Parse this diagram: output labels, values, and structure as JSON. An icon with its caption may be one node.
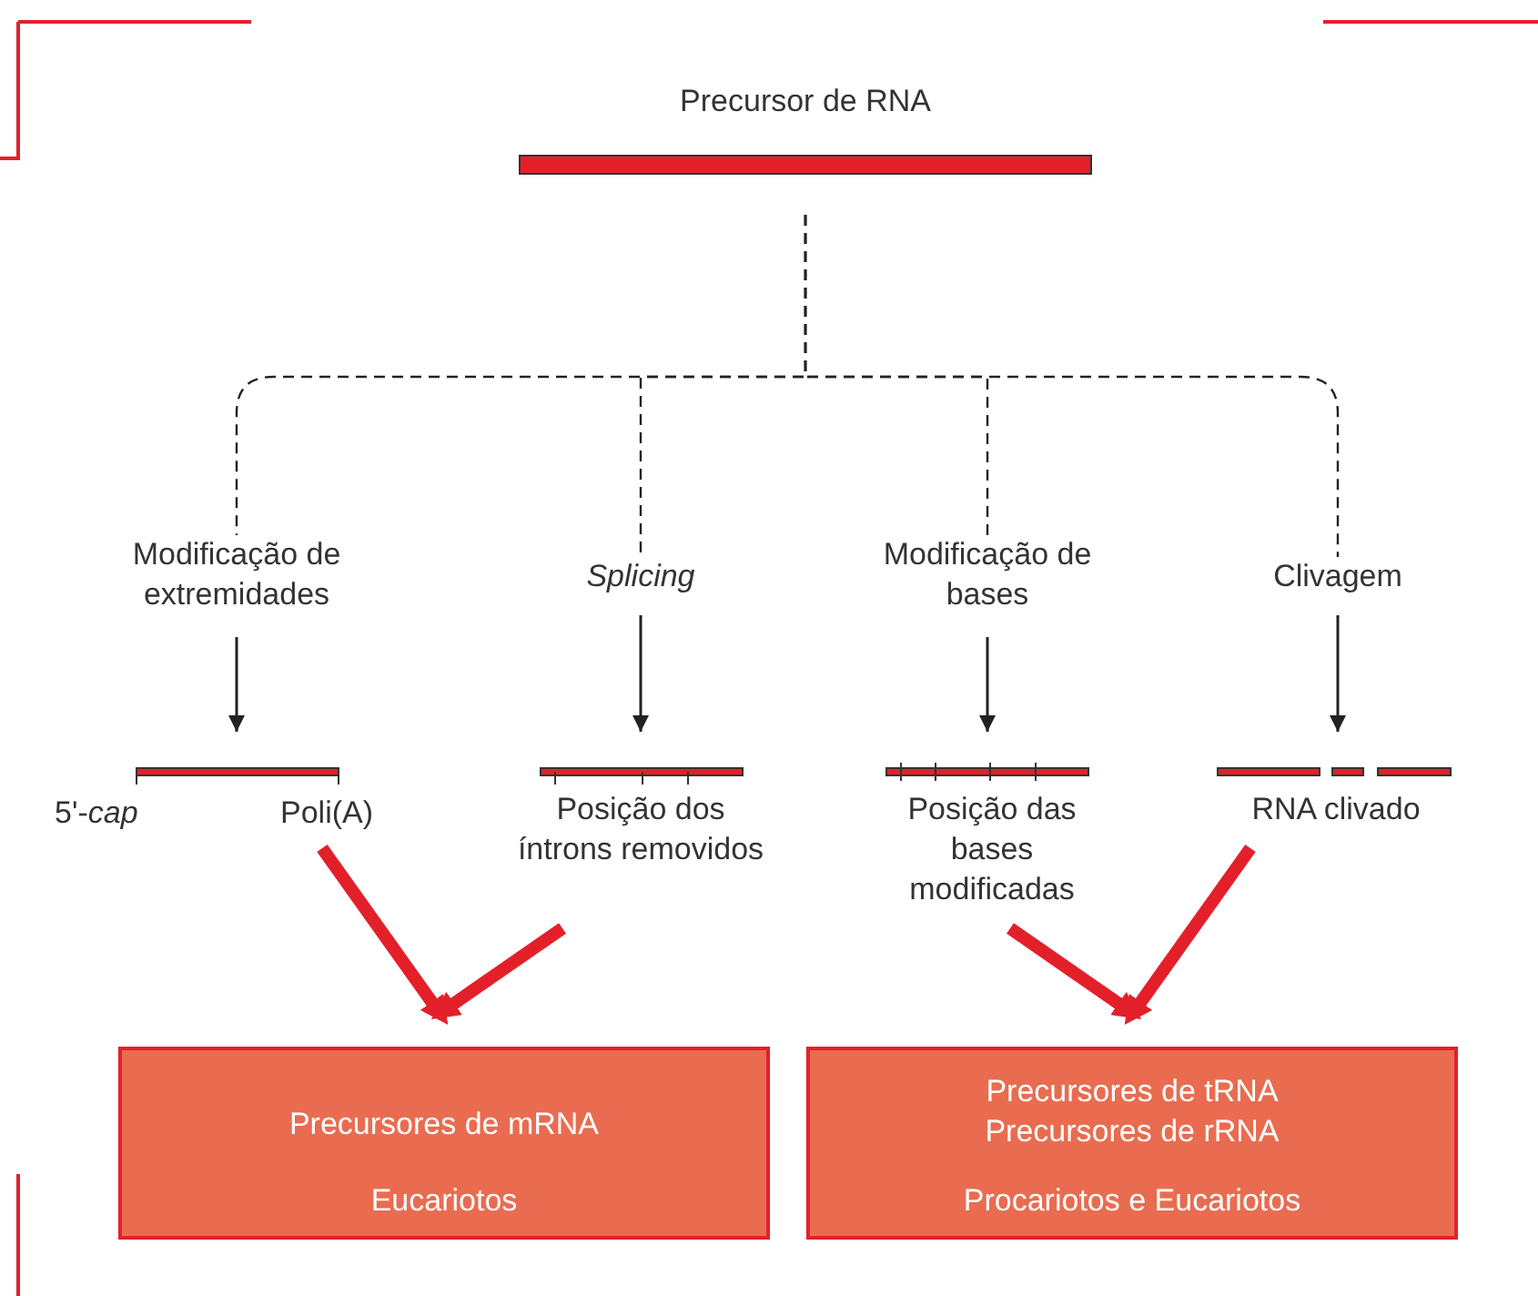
{
  "diagram": {
    "nodes": [
      {
        "text": [
          "Precursor de RNA"
        ]
      },
      {
        "text": [
          "Modificação de extremidades"
        ]
      },
      {
        "text": [
          "Splicing"
        ]
      },
      {
        "text": [
          "Modificação de bases"
        ]
      },
      {
        "text": [
          "Clivagem"
        ]
      },
      {
        "text": [
          "5'-*cap*",
          "Poli(A)"
        ]
      },
      {
        "text": [
          "Posição dos íntrons removidos"
        ]
      },
      {
        "text": [
          "Posição das bases modificadas"
        ]
      },
      {
        "text": [
          "RNA clivado"
        ]
      },
      {
        "text": [
          "Precursores de mRNA",
          "Eucariotos"
        ]
      },
      {
        "text": [
          "Precursores de tRNA",
          "Precursores de rRNA",
          "Procariotos e Eucariotos"
        ]
      }
    ],
    "edges": [
      {
        "from": 0,
        "to": 1,
        "arrow": "none",
        "style": "dashed"
      },
      {
        "from": 0,
        "to": 2,
        "arrow": "none",
        "style": "dashed"
      },
      {
        "from": 0,
        "to": 3,
        "arrow": "none",
        "style": "dashed"
      },
      {
        "from": 0,
        "to": 4,
        "arrow": "none",
        "style": "dashed"
      },
      {
        "from": 1,
        "to": 5,
        "arrow": "to"
      },
      {
        "from": 2,
        "to": 6,
        "arrow": "to"
      },
      {
        "from": 3,
        "to": 7,
        "arrow": "to"
      },
      {
        "from": 4,
        "to": 8,
        "arrow": "to"
      },
      {
        "from": 5,
        "to": 9,
        "arrow": "to",
        "style": "thick",
        "color": "#e3202a"
      },
      {
        "from": 6,
        "to": 9,
        "arrow": "to",
        "style": "thick",
        "color": "#e3202a"
      },
      {
        "from": 7,
        "to": 10,
        "arrow": "to",
        "style": "thick",
        "color": "#e3202a"
      },
      {
        "from": 8,
        "to": 10,
        "arrow": "to",
        "style": "thick",
        "color": "#e3202a"
      }
    ]
  }
}
